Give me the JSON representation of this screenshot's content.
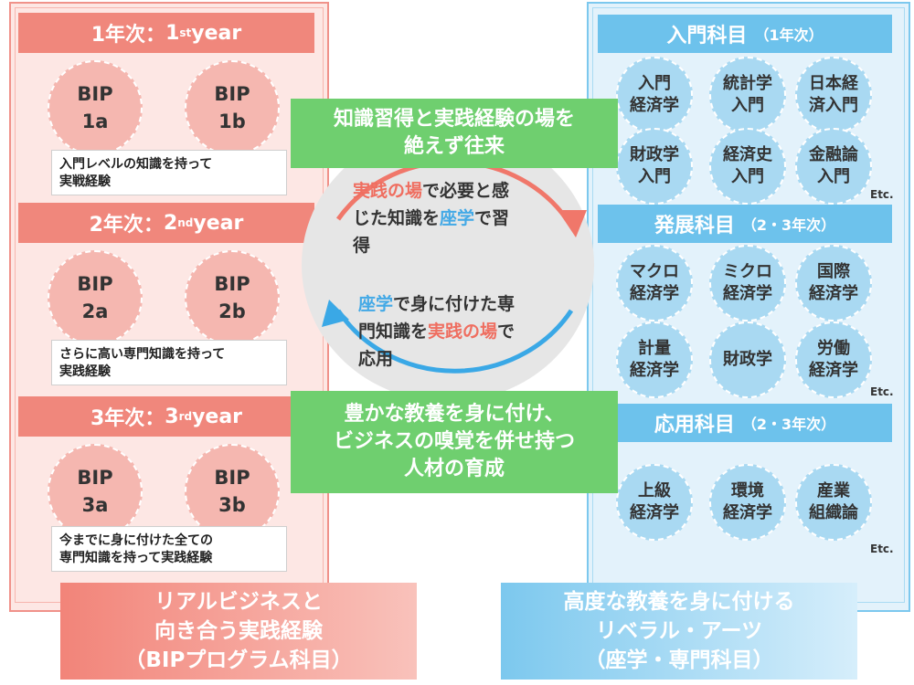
{
  "left": {
    "years": [
      {
        "label_ja": "1年次：",
        "num": "1",
        "sup": "st",
        "word": " year",
        "bips": [
          {
            "line1": "BIP",
            "line2": "1a"
          },
          {
            "line1": "BIP",
            "line2": "1b"
          }
        ],
        "desc_line1": "入門レベルの知識を持って",
        "desc_line2": "実戦経験"
      },
      {
        "label_ja": "2年次：",
        "num": "2",
        "sup": "nd",
        "word": " year",
        "bips": [
          {
            "line1": "BIP",
            "line2": "2a"
          },
          {
            "line1": "BIP",
            "line2": "2b"
          }
        ],
        "desc_line1": "さらに高い専門知識を持って",
        "desc_line2": "実践経験"
      },
      {
        "label_ja": "3年次：",
        "num": "3",
        "sup": "rd",
        "word": " year",
        "bips": [
          {
            "line1": "BIP",
            "line2": "3a"
          },
          {
            "line1": "BIP",
            "line2": "3b"
          }
        ],
        "desc_line1": "今までに身に付けた全ての",
        "desc_line2": "専門知識を持って実践経験"
      }
    ]
  },
  "right": {
    "categories": [
      {
        "title": "入門科目",
        "note": "（1年次）",
        "subjects": [
          {
            "line1": "入門",
            "line2": "経済学"
          },
          {
            "line1": "統計学",
            "line2": "入門"
          },
          {
            "line1": "日本経",
            "line2": "済入門"
          },
          {
            "line1": "財政学",
            "line2": "入門"
          },
          {
            "line1": "経済史",
            "line2": "入門"
          },
          {
            "line1": "金融論",
            "line2": "入門"
          }
        ],
        "etc": "Etc."
      },
      {
        "title": "発展科目",
        "note": "（2・3年次）",
        "subjects": [
          {
            "line1": "マクロ",
            "line2": "経済学"
          },
          {
            "line1": "ミクロ",
            "line2": "経済学"
          },
          {
            "line1": "国際",
            "line2": "経済学"
          },
          {
            "line1": "計量",
            "line2": "経済学"
          },
          {
            "line1": "財政学",
            "line2": ""
          },
          {
            "line1": "労働",
            "line2": "経済学"
          }
        ],
        "etc": "Etc."
      },
      {
        "title": "応用科目",
        "note": "（2・3年次）",
        "subjects": [
          {
            "line1": "上級",
            "line2": "経済学"
          },
          {
            "line1": "環境",
            "line2": "経済学"
          },
          {
            "line1": "産業",
            "line2": "組織論"
          }
        ],
        "etc": "Etc."
      }
    ]
  },
  "center": {
    "top_box": {
      "line1": "知識習得と実践経験の場を",
      "line2": "絶えず往来"
    },
    "text1": {
      "a": "実践の場",
      "b": "で必要と感",
      "c": "じた知識を",
      "d": "座学",
      "e": "で習",
      "f": "得"
    },
    "text2": {
      "a": "座学",
      "b": "で身に付けた専",
      "c": "門知識を",
      "d": "実践の場",
      "e": "で",
      "f": "応用"
    },
    "bottom_box": {
      "line1": "豊かな教養を身に付け、",
      "line2": "ビジネスの嗅覚を併せ持つ",
      "line3": "人材の育成"
    }
  },
  "bottom": {
    "left": {
      "line1": "リアルビジネスと",
      "line2": "向き合う実践経験",
      "line3": "（BIPプログラム科目）"
    },
    "right": {
      "line1": "高度な教養を身に付ける",
      "line2": "リベラル・アーツ",
      "line3": "（座学・専門科目）"
    }
  },
  "colors": {
    "bip_red": "#f0877c",
    "liberal_blue": "#6dc2ec",
    "accent_green": "#6fcf6f"
  }
}
